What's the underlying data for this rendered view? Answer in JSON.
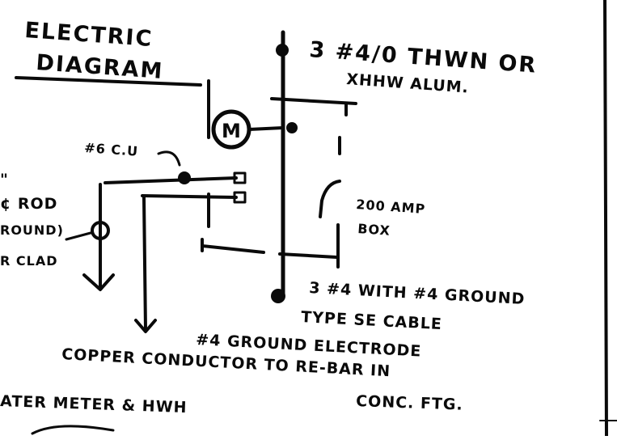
{
  "diagram": {
    "title_line1": "ELECTRIC",
    "title_line2": "DIAGRAM",
    "top_feed_line1": "3 #4/0 THWN OR",
    "top_feed_line2": "XHHW ALUM.",
    "meter_symbol": "M",
    "bond_wire": "#6 C.U",
    "ground_rod_line1": "\"",
    "ground_rod_line2": "¢ ROD",
    "ground_rod_line3": "ROUND)",
    "ground_rod_line4": "R CLAD",
    "panel_line1": "200 AMP",
    "panel_line2": "BOX",
    "bottom_feed_line1": "3 #4 WITH #4 GROUND",
    "bottom_feed_line2": "TYPE SE CABLE",
    "electrode_line1": "#4 GROUND ELECTRODE",
    "electrode_line2": "COPPER CONDUCTOR TO RE-BAR IN",
    "electrode_line3": "CONC. FTG.",
    "water_line": "ATER METER & HWH"
  },
  "colors": {
    "ink": "#0a0a0a",
    "paper": "#ffffff"
  }
}
